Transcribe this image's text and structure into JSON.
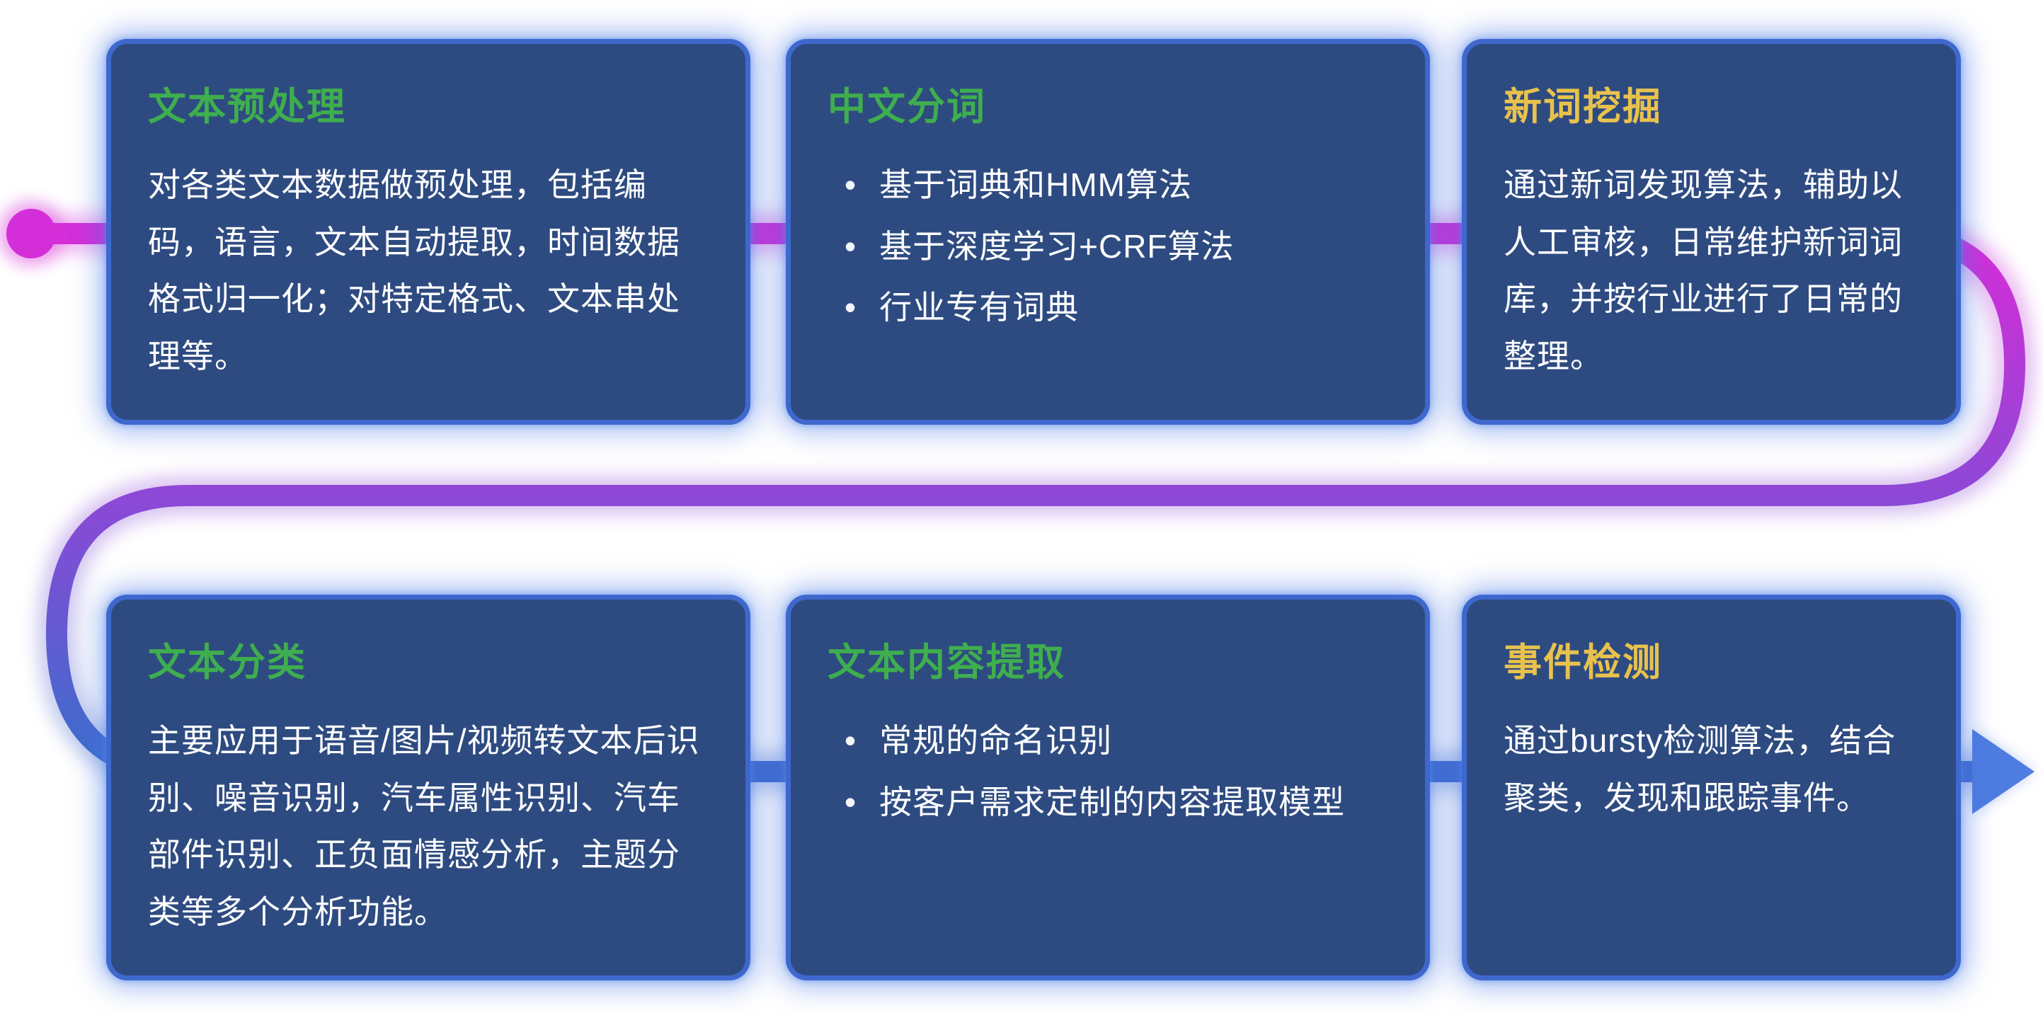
{
  "ui": {
    "bullet_char": "•"
  },
  "colors": {
    "card_background": "#2e4b81",
    "card_border": "#3e68cd",
    "title_green": "#3fae4e",
    "title_yellow": "#e8c24d",
    "body_text": "#ffffff",
    "flow_magenta": "#d42ed8",
    "flow_purple": "#8d48d6",
    "flow_blue": "#3f6bcd",
    "arrow_blue": "#4e7ce0"
  },
  "cards": [
    {
      "id": "text-preprocessing",
      "title": "文本预处理",
      "title_color": "#3fae4e",
      "body": "对各类文本数据做预处理，包括编码，语言，文本自动提取，时间数据格式归一化；对特定格式、文本串处理等。"
    },
    {
      "id": "chinese-word-segmentation",
      "title": "中文分词",
      "title_color": "#3fae4e",
      "bullets": [
        "基于词典和HMM算法",
        "基于深度学习+CRF算法",
        "行业专有词典"
      ]
    },
    {
      "id": "new-word-mining",
      "title": "新词挖掘",
      "title_color": "#e8c24d",
      "body": "通过新词发现算法，辅助以人工审核，日常维护新词词库，并按行业进行了日常的整理。"
    },
    {
      "id": "text-classification",
      "title": "文本分类",
      "title_color": "#3fae4e",
      "body": "主要应用于语音/图片/视频转文本后识别、噪音识别，汽车属性识别、汽车部件识别、正负面情感分析，主题分类等多个分析功能。"
    },
    {
      "id": "text-content-extraction",
      "title": "文本内容提取",
      "title_color": "#3fae4e",
      "bullets": [
        "常规的命名识别",
        "按客户需求定制的内容提取模型"
      ]
    },
    {
      "id": "event-detection",
      "title": "事件检测",
      "title_color": "#e8c24d",
      "body": "通过bursty检测算法，结合聚类，发现和跟踪事件。"
    }
  ]
}
